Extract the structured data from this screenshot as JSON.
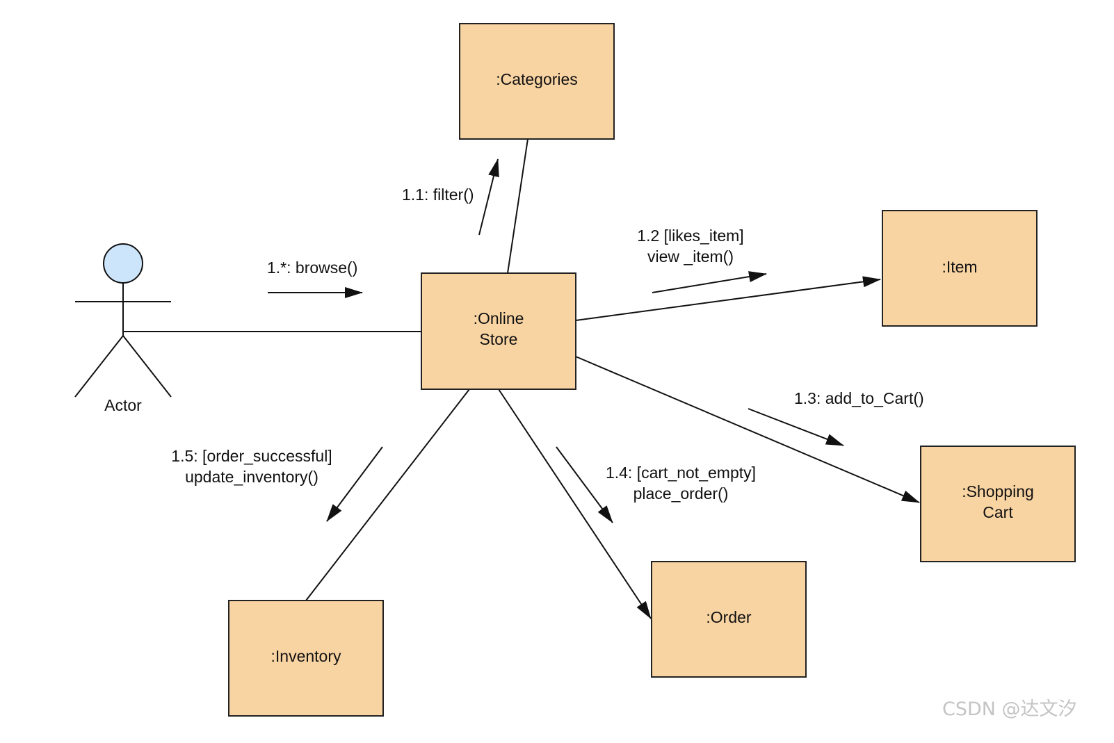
{
  "actor": {
    "label": "Actor",
    "head_color": "#cce5fb"
  },
  "colors": {
    "box_fill": "#f9d4a3",
    "line": "#111111"
  },
  "objects": {
    "categories": {
      "label": ":Categories"
    },
    "online_store": {
      "line1": ":Online",
      "line2": "Store"
    },
    "item": {
      "label": ":Item"
    },
    "shopping_cart": {
      "line1": ":Shopping",
      "line2": "Cart"
    },
    "order": {
      "label": ":Order"
    },
    "inventory": {
      "label": ":Inventory"
    }
  },
  "messages": {
    "browse": {
      "text": "1.*: browse()"
    },
    "filter": {
      "text": "1.1: filter()"
    },
    "view_item": {
      "line1": "1.2 [likes_item]",
      "line2": "view _item()"
    },
    "add_to_cart": {
      "text": "1.3: add_to_Cart()"
    },
    "place_order": {
      "line1": "1.4: [cart_not_empty]",
      "line2": "place_order()"
    },
    "update_inventory": {
      "line1": "1.5: [order_successful]",
      "line2": "update_inventory()"
    }
  },
  "watermark": "CSDN @达文汐"
}
